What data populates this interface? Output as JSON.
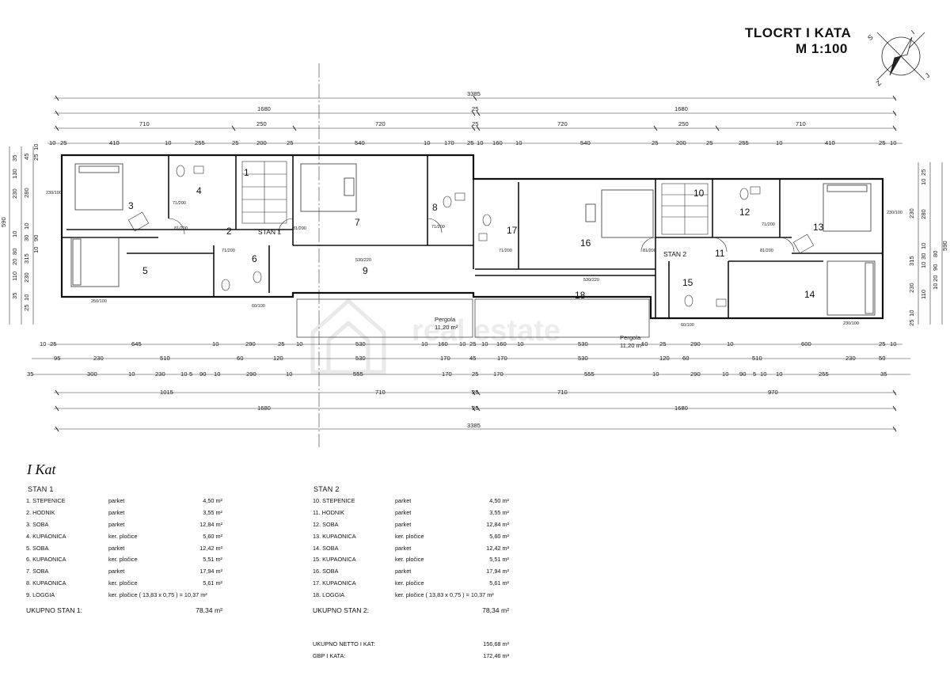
{
  "header": {
    "title_line1": "TLOCRT I KATA",
    "title_line2": "M 1:100",
    "compass": {
      "letters": [
        "S",
        "I",
        "J",
        "Z"
      ]
    }
  },
  "watermark": "real estate",
  "plan": {
    "rooms": [
      "1",
      "2",
      "3",
      "4",
      "5",
      "6",
      "7",
      "8",
      "9",
      "10",
      "11",
      "12",
      "13",
      "14",
      "15",
      "16",
      "17",
      "18"
    ],
    "labels": {
      "stan1": "STAN 1",
      "stan2": "STAN 2",
      "pergola1": "Pergola",
      "pergola1_area": "11,20 m²",
      "pergola2": "Pergola",
      "pergola2_area": "11,20 m²"
    },
    "dims": {
      "top_total": "3385",
      "top_half": [
        "1680",
        "25",
        "1680"
      ],
      "top_row3": [
        "710",
        "250",
        "720",
        "25",
        "720",
        "250",
        "710"
      ],
      "top_row4": [
        "10",
        "25",
        "410",
        "10",
        "255",
        "25",
        "200",
        "25",
        "540",
        "10",
        "170",
        "25",
        "10",
        "160",
        "10",
        "540",
        "25",
        "200",
        "25",
        "255",
        "10",
        "410",
        "25",
        "10"
      ],
      "bot_row1": [
        "10",
        "25",
        "645",
        "10",
        "290",
        "25",
        "10",
        "530",
        "10",
        "160",
        "10",
        "25",
        "10",
        "160",
        "10",
        "530",
        "10",
        "25",
        "290",
        "10",
        "600",
        "25",
        "10"
      ],
      "bot_row2": [
        "95",
        "230",
        "510",
        "60",
        "120",
        "530",
        "170",
        "45",
        "170",
        "530",
        "120",
        "60",
        "510",
        "230",
        "50"
      ],
      "bot_row3": [
        "35",
        "300",
        "10",
        "230",
        "10",
        "5",
        "90",
        "10",
        "290",
        "10",
        "555",
        "170",
        "25",
        "170",
        "555",
        "10",
        "290",
        "10",
        "90",
        "5",
        "10",
        "10",
        "255",
        "35"
      ],
      "bot_row4": [
        "1015",
        "710",
        "25",
        "710",
        "970"
      ],
      "bot_row5": [
        "1680",
        "25",
        "1680"
      ],
      "bot_total": "3385",
      "left_side": [
        "10",
        "35",
        "45",
        "130",
        "25",
        "280",
        "230",
        "590",
        "10",
        "30",
        "10",
        "80",
        "315",
        "20",
        "90",
        "10",
        "110",
        "230",
        "35",
        "10",
        "25"
      ],
      "right_side": [
        "25",
        "10",
        "280",
        "230",
        "590",
        "315",
        "10",
        "30",
        "10",
        "80",
        "90",
        "20",
        "10",
        "110",
        "230",
        "10",
        "25"
      ],
      "openings": [
        "230/100",
        "71/200",
        "81/200",
        "81/200",
        "71/200",
        "71/200",
        "530/220",
        "530/220",
        "250/100",
        "230/100",
        "81/200",
        "71/200",
        "71/200",
        "81/200",
        "230/100",
        "60/100",
        "60/100"
      ]
    }
  },
  "floor_title": "I Kat",
  "stan1": {
    "title": "STAN 1",
    "rows": [
      {
        "name": "1. STEPENICE",
        "material": "parket",
        "area": "4,50 m²"
      },
      {
        "name": "2. HODNIK",
        "material": "parket",
        "area": "3,55 m²"
      },
      {
        "name": "3. SOBA",
        "material": "parket",
        "area": "12,84 m²"
      },
      {
        "name": "4. KUPAONICA",
        "material": "ker. pločice",
        "area": "5,60 m²"
      },
      {
        "name": "5. SOBA",
        "material": "parket",
        "area": "12,42 m²"
      },
      {
        "name": "6. KUPAONICA",
        "material": "ker. pločice",
        "area": "5,51 m²"
      },
      {
        "name": "7. SOBA",
        "material": "parket",
        "area": "17,94 m²"
      },
      {
        "name": "8. KUPAONICA",
        "material": "ker. pločice",
        "area": "5,61 m²"
      },
      {
        "name": "9. LOGGIA",
        "material": "ker. pločice   ( 13,83 x 0,75 )  = 10,37 m²",
        "area": ""
      }
    ],
    "total_label": "UKUPNO STAN 1:",
    "total_value": "78,34 m²"
  },
  "stan2": {
    "title": "STAN 2",
    "rows": [
      {
        "name": "10. STEPENICE",
        "material": "parket",
        "area": "4,50 m²"
      },
      {
        "name": "11. HODNIK",
        "material": "parket",
        "area": "3,55 m²"
      },
      {
        "name": "12. SOBA",
        "material": "parket",
        "area": "12,84 m²"
      },
      {
        "name": "13. KUPAONICA",
        "material": "ker. pločice",
        "area": "5,60 m²"
      },
      {
        "name": "14. SOBA",
        "material": "parket",
        "area": "12,42 m²"
      },
      {
        "name": "15. KUPAONICA",
        "material": "ker. pločice",
        "area": "5,51 m²"
      },
      {
        "name": "16. SOBA",
        "material": "parket",
        "area": "17,94 m²"
      },
      {
        "name": "17. KUPAONICA",
        "material": "ker. pločice",
        "area": "5,61 m²"
      },
      {
        "name": "18. LOGGIA",
        "material": "ker. pločice   ( 13,83 x 0,75 )  = 10,37 m²",
        "area": ""
      }
    ],
    "total_label": "UKUPNO STAN 2:",
    "total_value": "78,34 m²",
    "netto_label": "UKUPNO NETTO I KAT:",
    "netto_value": "156,68 m²",
    "gbp_label": "GBP I KATA:",
    "gbp_value": "172,46 m²"
  }
}
